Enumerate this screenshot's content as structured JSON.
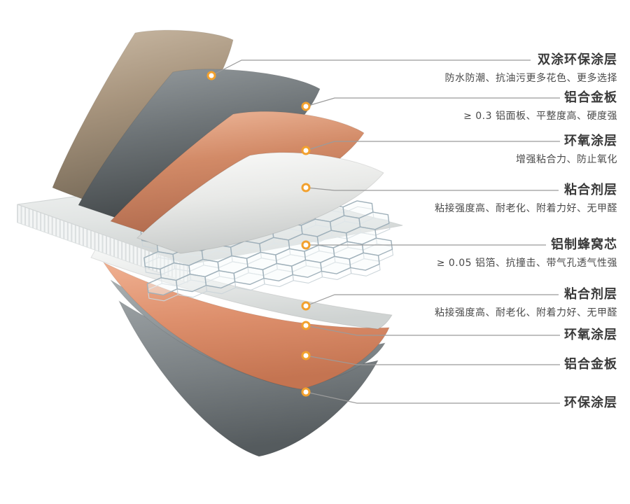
{
  "layers": [
    {
      "title": "双涂环保涂层",
      "desc": "防水防潮、抗油污更多花色、更多选择"
    },
    {
      "title": "铝合金板",
      "desc": "≥ 0.3 铝面板、平整度高、硬度强"
    },
    {
      "title": "环氧涂层",
      "desc": "增强粘合力、防止氧化"
    },
    {
      "title": "粘合剂层",
      "desc": "粘接强度高、耐老化、附着力好、无甲醛"
    },
    {
      "title": "铝制蜂窝芯",
      "desc": "≥ 0.05 铝箔、抗撞击、带气孔透气性强"
    },
    {
      "title": "粘合剂层",
      "desc": "粘接强度高、耐老化、附着力好、无甲醛"
    },
    {
      "title": "环氧涂层",
      "desc": ""
    },
    {
      "title": "铝合金板",
      "desc": ""
    },
    {
      "title": "环保涂层",
      "desc": ""
    }
  ],
  "colors": {
    "marker": "#f2a12e",
    "leader_line": "#9b9b9b",
    "top_coating": "#a8957e",
    "aluminum": "#6e7477",
    "epoxy": "#d28a67",
    "adhesive": "#e8e9e7",
    "honeycomb_stroke": "#9fb0ba"
  }
}
